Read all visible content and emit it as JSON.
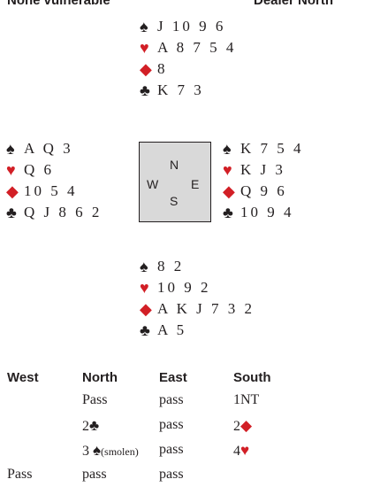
{
  "header": {
    "vulnerability": "None vulnerable",
    "dealer": "Dealer North"
  },
  "suits": {
    "spade": "♠",
    "heart": "♥",
    "diamond": "◆",
    "club": "♣"
  },
  "colors": {
    "red_suit": "#d21f26",
    "black_suit": "#231f20",
    "compass_bg": "#d9d9d9"
  },
  "hands": {
    "north": {
      "spades": "J 10 9 6",
      "hearts": "A 8 7 5 4",
      "diamonds": "8",
      "clubs": "K 7 3"
    },
    "west": {
      "spades": "A Q 3",
      "hearts": "Q 6",
      "diamonds": "10 5 4",
      "clubs": "Q J 8 6 2"
    },
    "east": {
      "spades": "K 7 5 4",
      "hearts": "K J 3",
      "diamonds": "Q 9 6",
      "clubs": "10 9 4"
    },
    "south": {
      "spades": "8 2",
      "hearts": "10 9 2",
      "diamonds": "A K J 7 3 2",
      "clubs": "A 5"
    }
  },
  "compass": {
    "n": "N",
    "w": "W",
    "e": "E",
    "s": "S"
  },
  "bidding": {
    "headers": [
      "West",
      "North",
      "East",
      "South"
    ],
    "row1": {
      "north": "Pass",
      "east": "pass",
      "south": "1NT"
    },
    "row2": {
      "north": "2",
      "east": "pass",
      "south": "2"
    },
    "row3": {
      "north": "3",
      "north_note": "(smolen)",
      "east": "pass",
      "south": "4"
    },
    "row4": {
      "west": "Pass",
      "north": "pass",
      "east": "pass"
    }
  }
}
